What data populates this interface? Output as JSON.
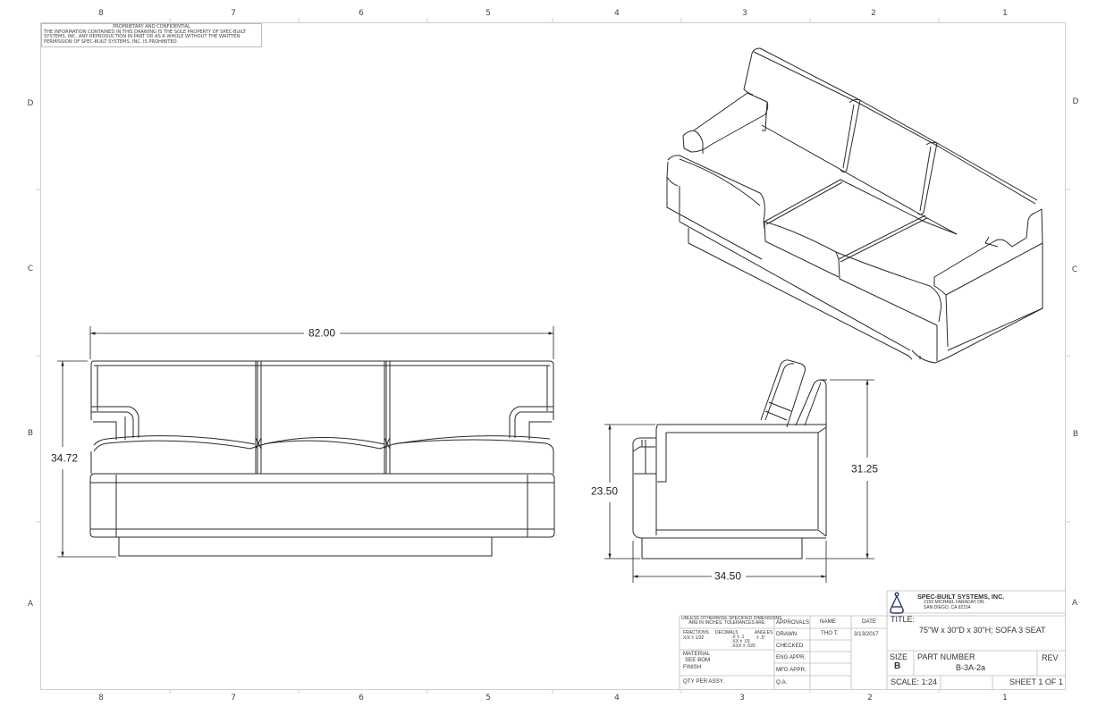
{
  "frame": {
    "zones_horizontal": [
      "8",
      "7",
      "6",
      "5",
      "4",
      "3",
      "2",
      "1"
    ],
    "zones_vertical": [
      "D",
      "C",
      "B",
      "A"
    ],
    "line_color": "#cccccc",
    "drawing_color": "#333333"
  },
  "proprietary_notice": {
    "heading": "PROPRIETARY AND CONFIDENTIAL",
    "body": "THE INFORMATION CONTAINED IN THIS DRAWING IS THE SOLE PROPERTY OF SPEC-BUILT SYSTEMS, INC.  ANY REPRODUCTION IN PART OR AS A WHOLE WITHOUT THE WRITTEN PERMISSION OF SPEC-BUILT SYSTEMS, INC. IS PROHIBITED."
  },
  "views": {
    "isometric": {
      "label": "isometric view of 3-seat sofa"
    },
    "front": {
      "width_dim": "82.00",
      "height_dim": "34.72"
    },
    "side": {
      "arm_height_dim": "23.50",
      "overall_height_dim": "31.25",
      "depth_dim": "34.50"
    }
  },
  "title_block": {
    "tolerance_note_1": "UNLESS OTHERWISE SPECIFIED DIMENSIONS",
    "tolerance_note_2": "ARE IN INCHES.  TOLERANCES ARE:",
    "fractions_label": "FRACTIONS",
    "fractions_value": "X/X ± 1/32",
    "decimals_label": "DECIMALS",
    "decimals_x": ".X    ± .1",
    "decimals_xx": ".XX   ± .03",
    "decimals_xxx": ".XXX ± .020",
    "angles_label": "ANGLES",
    "angles_value": "± .5°",
    "material_label": "MATERIAL",
    "material_value": "SEE BOM",
    "finish_label": "FINISH",
    "qty_label": "QTY PER ASSY.",
    "approvals_header": "APPROVALS",
    "name_header": "NAME",
    "date_header": "DATE",
    "rows": [
      {
        "label": "DRAWN",
        "name": "THO T.",
        "date": "3/13/2017"
      },
      {
        "label": "CHECKED",
        "name": "",
        "date": ""
      },
      {
        "label": "ENG APPR.",
        "name": "",
        "date": ""
      },
      {
        "label": "MFG APPR.",
        "name": "",
        "date": ""
      },
      {
        "label": "Q.A.",
        "name": "",
        "date": ""
      }
    ],
    "company_name": "SPEC-BUILT SYSTEMS, INC.",
    "company_address_1": "2150 MICHAEL FARADAY DR.",
    "company_address_2": "SAN DIEGO, CA 92154",
    "logo_icon": "compass-logo-icon",
    "title_label": "TITLE:",
    "title_value": "75\"W x 30\"D x 30\"H; SOFA 3 SEAT",
    "size_label": "SIZE",
    "size_value": "B",
    "part_number_label": "PART NUMBER",
    "part_number_value": "B-3A-2a",
    "rev_label": "REV",
    "rev_value": "",
    "scale": "SCALE: 1:24",
    "sheet": "SHEET 1 OF 1"
  }
}
